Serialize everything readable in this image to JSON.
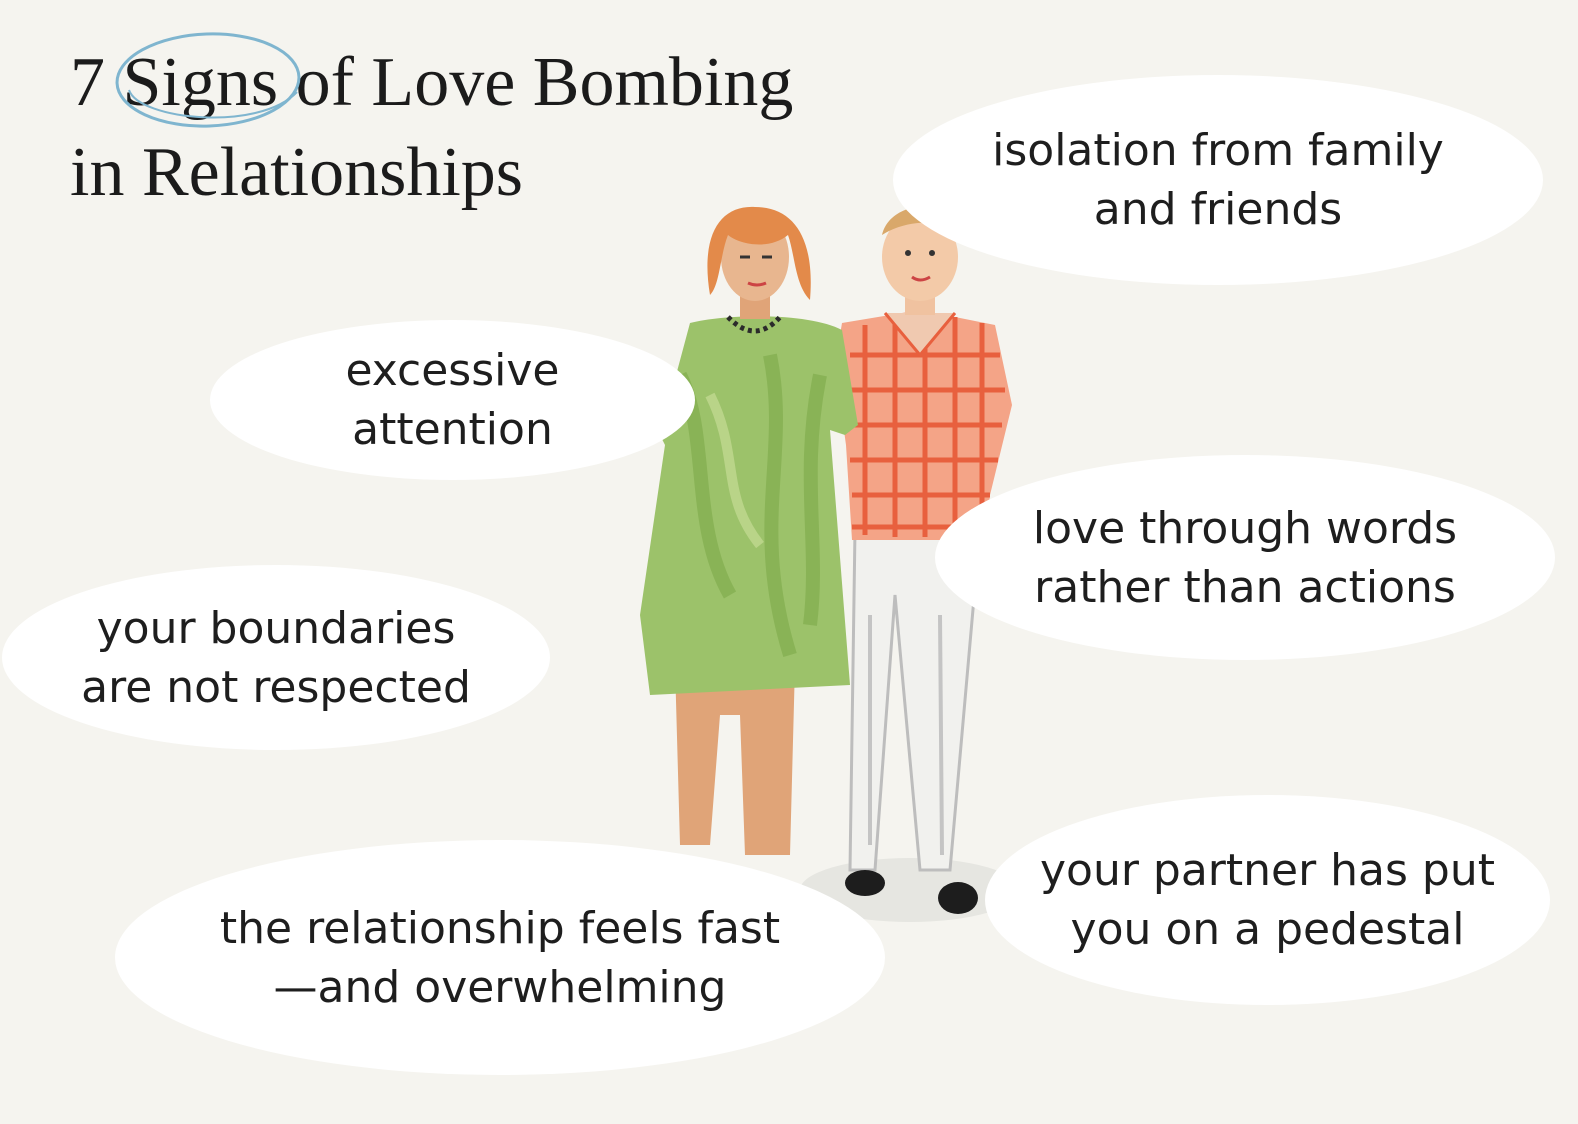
{
  "title": {
    "number": "7",
    "highlight": "Signs",
    "rest_line1": "of Love Bombing",
    "line2": "in Relationships"
  },
  "signs": [
    {
      "text": "isolation from family\nand friends"
    },
    {
      "text": "excessive\nattention"
    },
    {
      "text": "love through words\nrather than actions"
    },
    {
      "text": "your boundaries\nare not respected"
    },
    {
      "text": "your partner has put\nyou on a pedestal"
    },
    {
      "text": "the relationship feels fast\n—and overwhelming"
    }
  ],
  "colors": {
    "background": "#f5f4ef",
    "bubble": "#ffffff",
    "highlight_circle": "#7fb5cf",
    "dress": "#8fb85a",
    "shirt": "#e8603e",
    "hair_woman": "#e38a4a",
    "hair_man": "#d9a86a"
  },
  "illustration": {
    "icon": "couple-illustration"
  }
}
